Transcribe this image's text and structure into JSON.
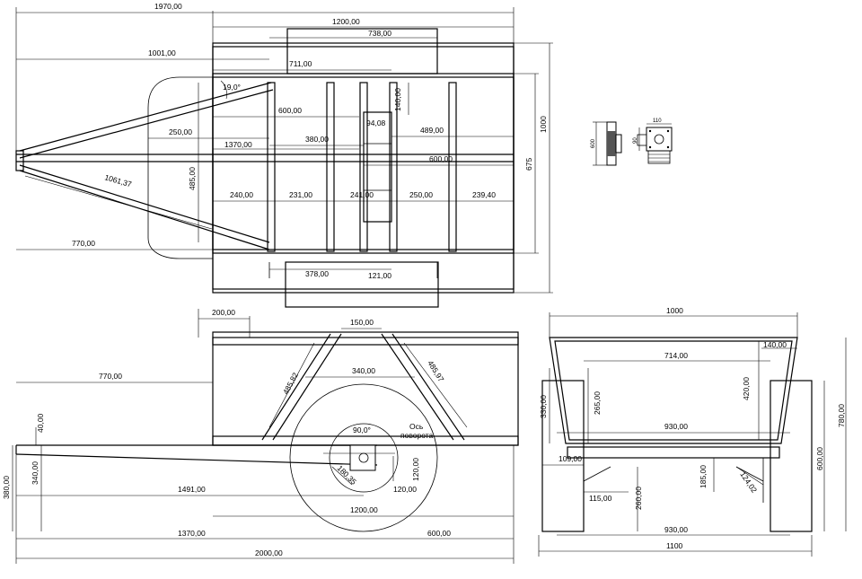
{
  "top_view": {
    "labels": {
      "total_length": "1970,00",
      "frame_length": "1200,00",
      "top_board": "738,00",
      "front_to_axle": "1001,00",
      "axle_offset": "711,00",
      "angle": "19,0°",
      "v600": "600,00",
      "v250": "250,00",
      "v1370": "1370,00",
      "v380": "380,00",
      "v94": "94,08",
      "v140": "140,00",
      "v489": "489,00",
      "v600b": "600,00",
      "diag": "1061,37",
      "v485": "485,00",
      "s240": "240,00",
      "s231": "231,00",
      "s241": "241,00",
      "s250": "250,00",
      "s239": "239,40",
      "v770": "770,00",
      "v378": "378,00",
      "v121": "121,00",
      "width_total": "1000",
      "width_inner": "675"
    }
  },
  "detail": {
    "labels": {
      "d110": "110",
      "d90": "90",
      "d600": "600"
    }
  },
  "side_view": {
    "labels": {
      "s200": "200,00",
      "s150": "150,00",
      "s770": "770,00",
      "s340": "340,00",
      "brace_left": "485,82",
      "brace_right": "485,97",
      "angle90": "90,0°",
      "axis_label_1": "Ось",
      "axis_label_2": "поворота",
      "s40": "40,00",
      "s340v": "340,00",
      "s380": "380,00",
      "s1491": "1491,00",
      "s180": "180,35",
      "s120a": "120,00",
      "s120b": "120,00",
      "s1200": "1200,00",
      "s1370": "1370,00",
      "s600": "600,00",
      "s2000": "2000,00"
    }
  },
  "front_view": {
    "labels": {
      "f1000": "1000",
      "f140": "140,00",
      "f714": "714,00",
      "f330": "330,00",
      "f265": "265,00",
      "f420": "420,00",
      "f780": "780,00",
      "f930a": "930,00",
      "f600": "600,00",
      "f109": "109,00",
      "f185": "185,00",
      "f124": "124,02",
      "f115": "115,00",
      "f260": "260,00",
      "f930b": "930,00",
      "f1100": "1100"
    }
  }
}
